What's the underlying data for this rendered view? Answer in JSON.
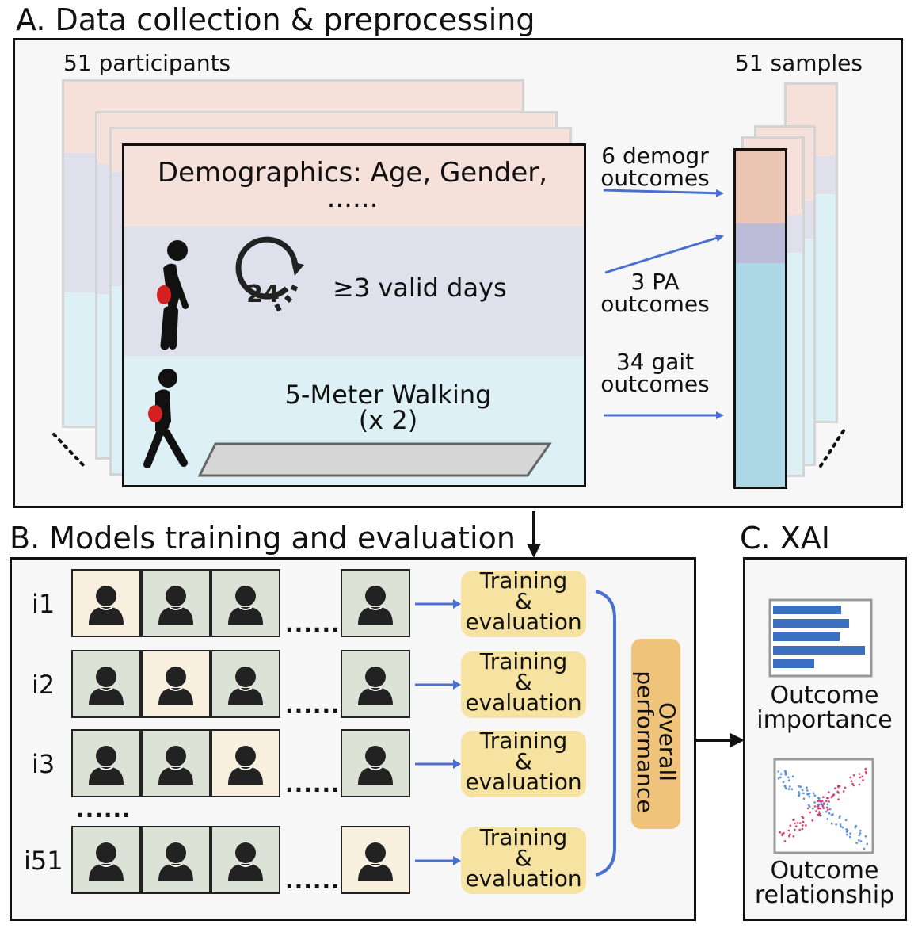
{
  "panel_a": {
    "title": "A. Data collection & preprocessing",
    "participants_label": "51 participants",
    "samples_label": "51 samples",
    "demographics_line1": "Demographics: Age, Gender,",
    "demographics_line2": "......",
    "pa_badge": "24",
    "pa_text": "≥3 valid days",
    "walk_line1": "5-Meter Walking",
    "walk_line2": "(x 2)",
    "arrow1_line1": "6 demogr",
    "arrow1_line2": "outcomes",
    "arrow2_line1": "3 PA",
    "arrow2_line2": "outcomes",
    "arrow3_line1": "34 gait",
    "arrow3_line2": "outcomes",
    "ellipsis": "....."
  },
  "panel_b": {
    "title": "B. Models training and evaluation",
    "rows": [
      {
        "label": "i1"
      },
      {
        "label": "i2"
      },
      {
        "label": "i3"
      },
      {
        "label": "i51"
      }
    ],
    "row_ellipsis": "......",
    "rows_ellipsis": "......",
    "training_line1": "Training",
    "training_line2": "&",
    "training_line3": "evaluation",
    "overall_line1": "Overall",
    "overall_line2": "performance"
  },
  "panel_c": {
    "title": "C. XAI",
    "importance_line1": "Outcome",
    "importance_line2": "importance",
    "relationship_line1": "Outcome",
    "relationship_line2": "relationship"
  },
  "colors": {
    "demographics": "#f5e0da",
    "pa": "#dfe0eb",
    "gait": "#dcf0f5",
    "arrow_blue": "#4a6fd0",
    "pill_yellow": "#f6e3a1",
    "pill_orange": "#f0c37b",
    "cell_gray": "#dde2d6",
    "cell_cream": "#f9efdf"
  }
}
